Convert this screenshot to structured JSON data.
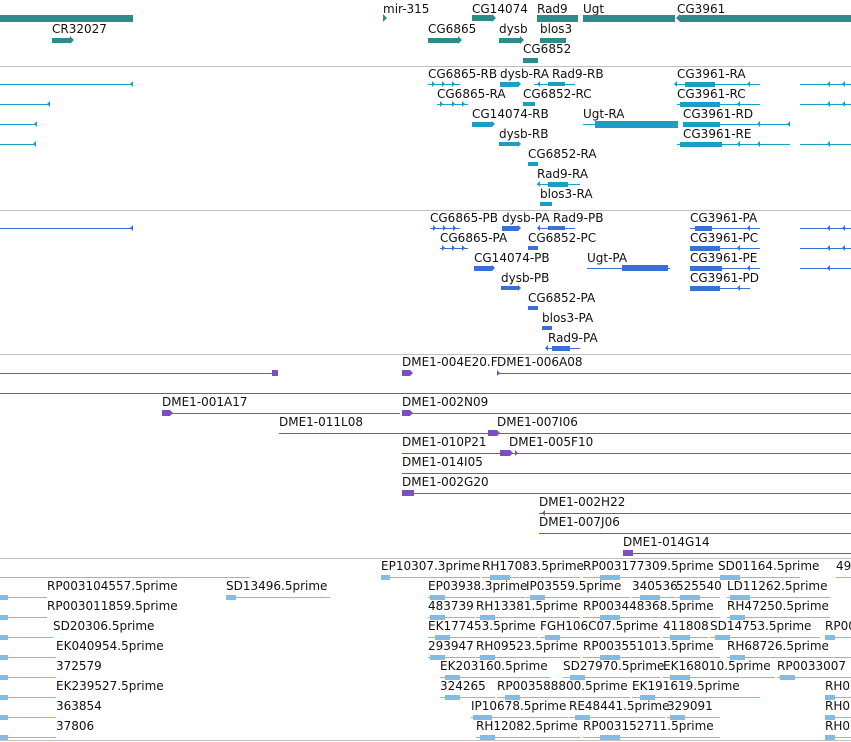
{
  "colors": {
    "gene": "#2e8b8b",
    "cdna": "#1a9ec4",
    "protein": "#3a6fd6",
    "clone": "#7b4fc0",
    "est": "#7fbce6"
  },
  "tracks": {
    "genes": [
      {
        "label": "mir-315",
        "kind": "gene-marker"
      },
      {
        "label": "CG14074",
        "kind": "gene"
      },
      {
        "label": "Rad9",
        "kind": "gene"
      },
      {
        "label": "Ugt",
        "kind": "gene"
      },
      {
        "label": "CG3961",
        "kind": "gene"
      },
      {
        "label": "CR32027",
        "kind": "gene"
      },
      {
        "label": "CG6865",
        "kind": "gene"
      },
      {
        "label": "dysb",
        "kind": "gene"
      },
      {
        "label": "blos3",
        "kind": "gene"
      },
      {
        "label": "CG6852",
        "kind": "gene"
      }
    ],
    "transcripts": [
      {
        "label": "CG6865-RB"
      },
      {
        "label": "dysb-RA"
      },
      {
        "label": "Rad9-RB"
      },
      {
        "label": "CG3961-RA"
      },
      {
        "label": "CG6865-RA"
      },
      {
        "label": "CG6852-RC"
      },
      {
        "label": "CG3961-RC"
      },
      {
        "label": "CG14074-RB"
      },
      {
        "label": "Ugt-RA"
      },
      {
        "label": "CG3961-RD"
      },
      {
        "label": "dysb-RB"
      },
      {
        "label": "CG3961-RE"
      },
      {
        "label": "CG6852-RA"
      },
      {
        "label": "Rad9-RA"
      },
      {
        "label": "blos3-RA"
      }
    ],
    "proteins": [
      {
        "label": "CG6865-PB"
      },
      {
        "label": "dysb-PA"
      },
      {
        "label": "Rad9-PB"
      },
      {
        "label": "CG3961-PA"
      },
      {
        "label": "CG6865-PA"
      },
      {
        "label": "CG6852-PC"
      },
      {
        "label": "CG3961-PC"
      },
      {
        "label": "CG14074-PB"
      },
      {
        "label": "Ugt-PA"
      },
      {
        "label": "CG3961-PE"
      },
      {
        "label": "dysb-PB"
      },
      {
        "label": "CG3961-PD"
      },
      {
        "label": "CG6852-PA"
      },
      {
        "label": "blos3-PA"
      },
      {
        "label": "Rad9-PA"
      }
    ],
    "clones": [
      {
        "label": "DME1-004E20.F"
      },
      {
        "label": "DME1-006A08"
      },
      {
        "label": "DME1-001A17"
      },
      {
        "label": "DME1-002N09"
      },
      {
        "label": "DME1-011L08"
      },
      {
        "label": "DME1-007I06"
      },
      {
        "label": "DME1-010P21"
      },
      {
        "label": "DME1-005F10"
      },
      {
        "label": "DME1-014I05"
      },
      {
        "label": "DME1-002G20"
      },
      {
        "label": "DME1-002H22"
      },
      {
        "label": "DME1-007J06"
      },
      {
        "label": "DME1-014G14"
      }
    ],
    "ests": [
      {
        "label": "EP10307.3prime"
      },
      {
        "label": "RH17083.5prime"
      },
      {
        "label": "RP003177309.5prime"
      },
      {
        "label": "SD01164.5prime"
      },
      {
        "label": "49"
      },
      {
        "label": "RP003104557.5prime"
      },
      {
        "label": "SD13496.5prime"
      },
      {
        "label": "EP03938.3prime"
      },
      {
        "label": "IP03559.5prime"
      },
      {
        "label": "340536"
      },
      {
        "label": "525540"
      },
      {
        "label": "LD11262.5prime"
      },
      {
        "label": "RP003011859.5prime"
      },
      {
        "label": "483739"
      },
      {
        "label": "RH13381.5prime"
      },
      {
        "label": "RP003448368.5prime"
      },
      {
        "label": "RH47250.5prime"
      },
      {
        "label": "SD20306.5prime"
      },
      {
        "label": "EK177453.5prime"
      },
      {
        "label": "FGH106C07.5prime"
      },
      {
        "label": "411808"
      },
      {
        "label": "SD14753.5prime"
      },
      {
        "label": "RP00"
      },
      {
        "label": "EK040954.5prime"
      },
      {
        "label": "293947"
      },
      {
        "label": "RH09523.5prime"
      },
      {
        "label": "RP003551013.5prime"
      },
      {
        "label": "RH68726.5prime"
      },
      {
        "label": "372579"
      },
      {
        "label": "EK203160.5prime"
      },
      {
        "label": "SD27970.5prime"
      },
      {
        "label": "EK168010.5prime"
      },
      {
        "label": "RP0033007"
      },
      {
        "label": "EK239527.5prime"
      },
      {
        "label": "324265"
      },
      {
        "label": "RP003588800.5prime"
      },
      {
        "label": "EK191619.5prime"
      },
      {
        "label": "RH0"
      },
      {
        "label": "363854"
      },
      {
        "label": "IP10678.5prime"
      },
      {
        "label": "RE48441.5prime"
      },
      {
        "label": "329091"
      },
      {
        "label": "RH0"
      },
      {
        "label": "37806"
      },
      {
        "label": "RH12082.5prime"
      },
      {
        "label": "RP003152711.5prime"
      },
      {
        "label": "RH0"
      }
    ]
  }
}
